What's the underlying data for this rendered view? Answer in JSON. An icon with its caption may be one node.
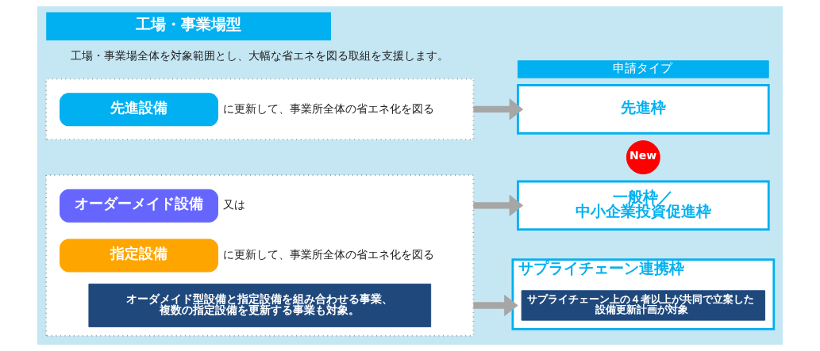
{
  "diagram": {
    "title": "工場・事業場型",
    "nodes": [
      {
        "text": [],
        "shape": "box"
      },
      {
        "text": [
          "先進設備"
        ],
        "in": 0,
        "beside": [
          "に更新して、事業所全体の省エネ化を図る"
        ]
      },
      {
        "text": [],
        "shape": "box"
      },
      {
        "text": [
          "オーダーメイド設備"
        ],
        "in": 2,
        "beside": [
          "又は"
        ]
      },
      {
        "text": [
          "指定設備"
        ],
        "in": 2,
        "beside": [
          "に更新して、事業所全体の省エネ化を図る"
        ]
      },
      {
        "text": [
          "オーダメイド型設備と指定設備を組み合わせる事業、複数の指定設備を更新する事業も対象。"
        ],
        "in": 2
      },
      {
        "text": [
          "申請タイプ"
        ]
      },
      {
        "text": [
          "先進枠"
        ]
      },
      {
        "text": [
          "一般枠／中小企業投資促進枠"
        ]
      },
      {
        "text": [
          "New"
        ]
      },
      {
        "text": [
          "サプライチェーン連携枠"
        ]
      },
      {
        "text": [
          "サプライチェーン上の４者以上が共同で立案した設備更新計画が対象"
        ],
        "in": 10
      }
    ],
    "edges": [
      {
        "from": 0,
        "to": 7,
        "arrow": "to"
      },
      {
        "from": 2,
        "to": 8,
        "arrow": "to"
      },
      {
        "from": 2,
        "to": 10,
        "arrow": "to"
      }
    ],
    "labels": [
      "工場・事業場全体を対象範囲とし、大幅な省エネを図る取組を支援します。"
    ]
  }
}
